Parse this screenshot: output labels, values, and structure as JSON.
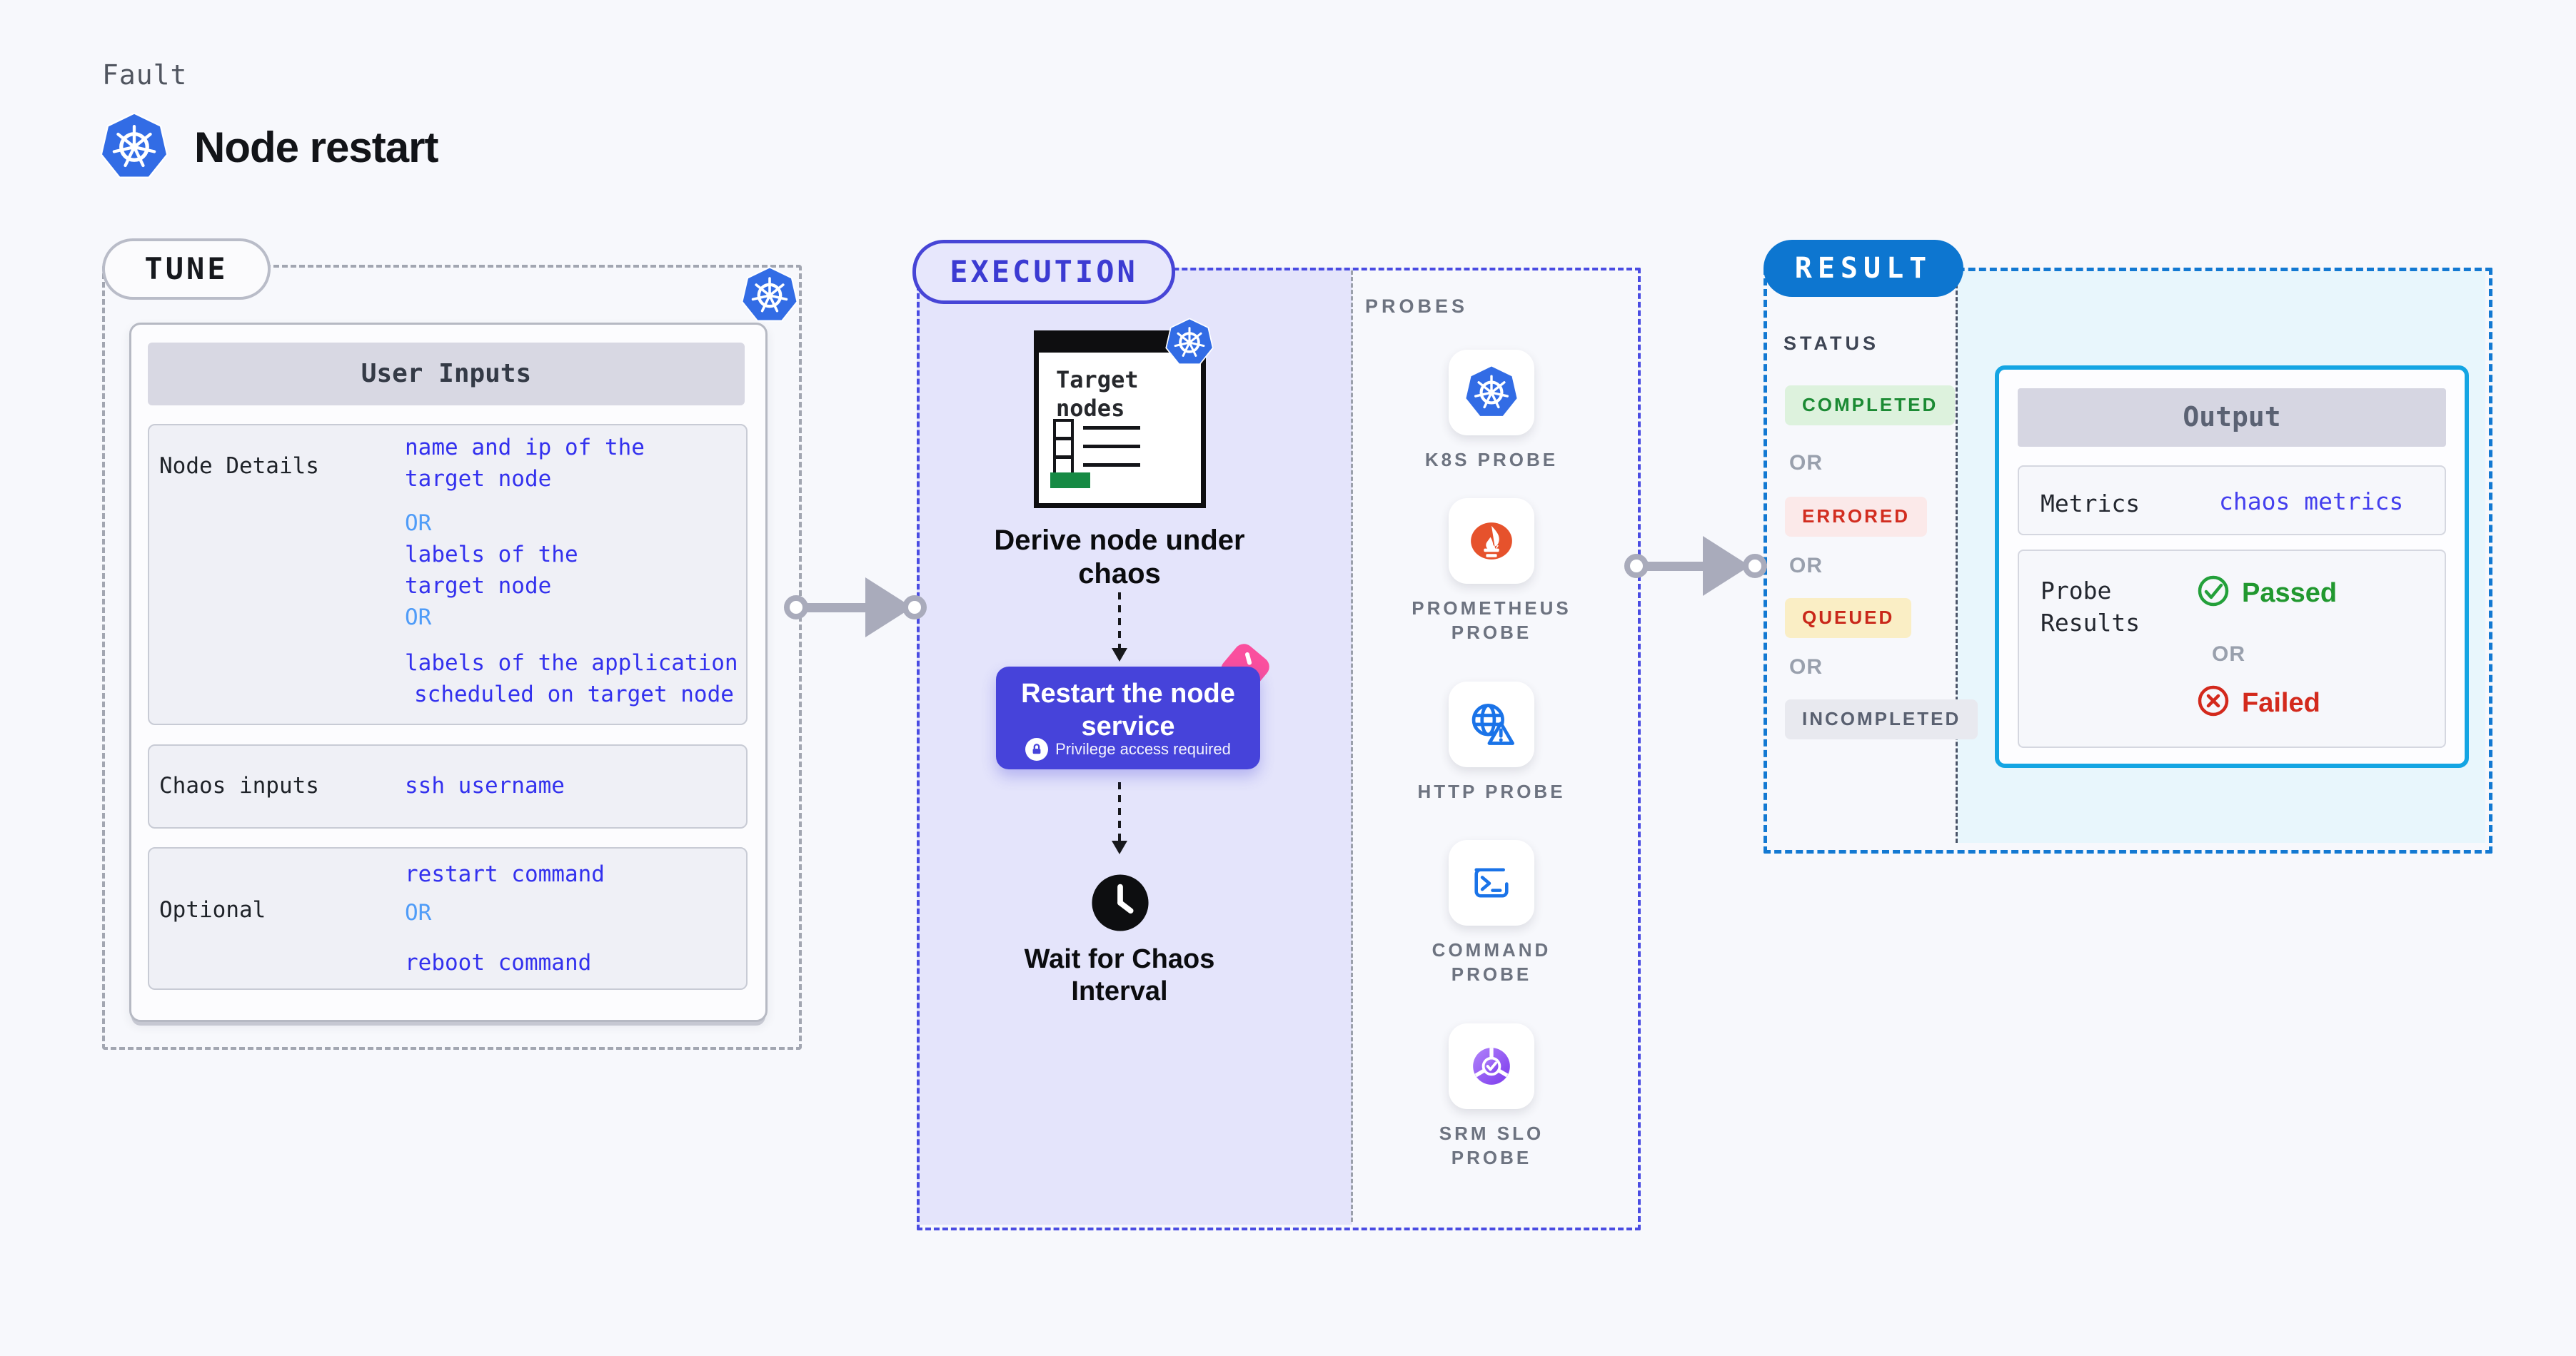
{
  "page": {
    "fault_label": "Fault",
    "title": "Node restart"
  },
  "shared": {
    "or": "OR"
  },
  "tune": {
    "badge": "TUNE",
    "card_header": "User Inputs",
    "node_details": {
      "label": "Node Details",
      "v1l1": "name and ip of the",
      "v1l2": "target node",
      "v2l1": "labels of the",
      "v2l2": "target node",
      "v3l1": "labels of the application",
      "v3l2": "scheduled on target node"
    },
    "chaos_inputs": {
      "label": "Chaos inputs",
      "value": "ssh username"
    },
    "optional": {
      "label": "Optional",
      "v1": "restart command",
      "v2": "reboot command"
    }
  },
  "execution": {
    "badge": "EXECUTION",
    "target_card_title_l1": "Target",
    "target_card_title_l2": "nodes",
    "derive_l1": "Derive node under",
    "derive_l2": "chaos",
    "restart_l1": "Restart the node",
    "restart_l2": "service",
    "privilege_note": "Privilege access required",
    "wait_l1": "Wait for Chaos",
    "wait_l2": "Interval"
  },
  "probes": {
    "heading": "PROBES",
    "items": [
      {
        "icon": "k8s-icon",
        "lines": [
          "K8S PROBE"
        ]
      },
      {
        "icon": "prometheus-icon",
        "lines": [
          "PROMETHEUS",
          "PROBE"
        ]
      },
      {
        "icon": "http-icon",
        "lines": [
          "HTTP PROBE"
        ]
      },
      {
        "icon": "command-icon",
        "lines": [
          "COMMAND",
          "PROBE"
        ]
      },
      {
        "icon": "srm-slo-icon",
        "lines": [
          "SRM SLO",
          "PROBE"
        ]
      }
    ]
  },
  "result": {
    "badge": "RESULT",
    "status_heading": "STATUS",
    "statuses": [
      {
        "label": "COMPLETED",
        "bg": "#ddf2dd",
        "fg": "#1b8a33"
      },
      {
        "label": "ERRORED",
        "bg": "#fbe9e9",
        "fg": "#d22d20"
      },
      {
        "label": "QUEUED",
        "bg": "#faeec5",
        "fg": "#c9281a"
      },
      {
        "label": "INCOMPLETED",
        "bg": "#e8e9ef",
        "fg": "#596070"
      }
    ],
    "output": {
      "header": "Output",
      "metrics_label": "Metrics",
      "metrics_value": "chaos metrics",
      "probe_results_l1": "Probe",
      "probe_results_l2": "Results",
      "passed": "Passed",
      "failed": "Failed"
    }
  },
  "colors": {
    "k8s_blue": "#326ce5",
    "execution_indigo": "#4643da",
    "execution_fill": "#e4e4fb",
    "result_blue": "#0d76d0",
    "output_border_cyan": "#14a5e3",
    "result_fill_cyan": "#e8f6fc",
    "value_blue": "#3331ee",
    "or_light_blue": "#4f9cf8",
    "passed_green": "#21982f",
    "failed_red": "#d32a1d",
    "pink_badge": "#fa4f9e",
    "prometheus_orange": "#e6522c",
    "target_green_bar": "#168a44",
    "arrow_gray": "#a9abbb"
  }
}
